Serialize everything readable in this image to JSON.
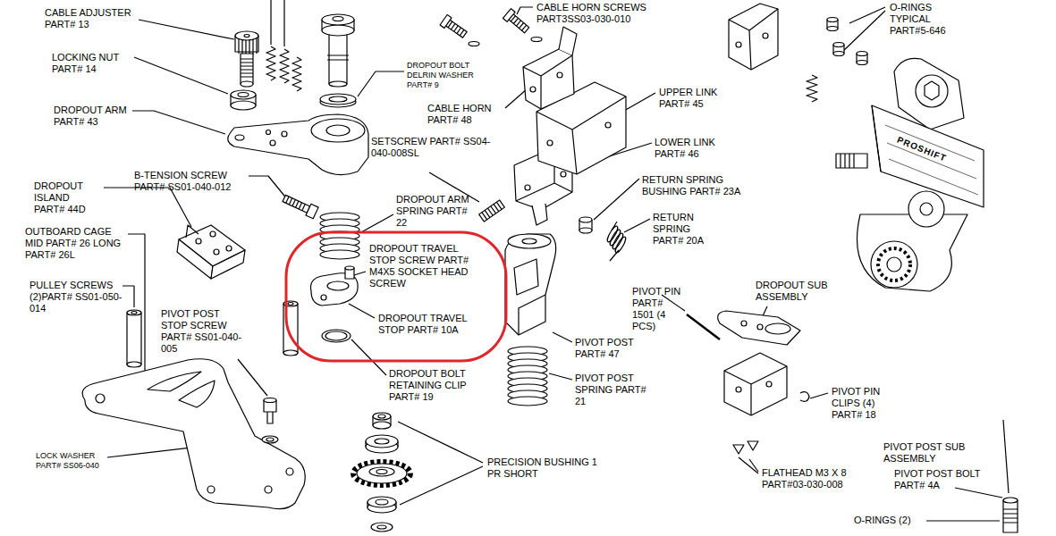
{
  "diagram": {
    "nodes": [
      {
        "text": [
          "DROPOUT TRAVEL STOP SCREW PART# M4X5 SOCKET HEAD SCREW",
          "DROPOUT TRAVEL STOP PART# 10A"
        ]
      }
    ],
    "labels": [
      "CABLE ADJUSTER PART# 13",
      "LOCKING NUT PART# 14",
      "DROPOUT ARM PART# 43",
      "DROPOUT BOLT DELRIN WASHER PART# 9",
      "CABLE HORN SCREWS PART3SS03-030-010",
      "O-RINGS TYPICAL PART#5-646",
      "CABLE HORN PART# 48",
      "SETSCREW PART# SS04-040-008SL",
      "UPPER LINK PART# 45",
      "LOWER LINK PART# 46",
      "DROPOUT ISLAND PART# 44D",
      "B-TENSION SCREW PART# SS01-040-012",
      "DROPOUT ARM SPRING PART# 22",
      "RETURN SPRING BUSHING PART# 23A",
      "RETURN SPRING PART# 20A",
      "OUTBOARD CAGE MID PART# 26 LONG PART# 26L",
      "PULLEY SCREWS (2)PART# SS01-050-014",
      "PIVOT POST STOP SCREW PART# SS01-040-005",
      "DROPOUT BOLT RETAINING CLIP PART# 19",
      "PIVOT PIN PART# 1501 (4 PCS)",
      "DROPOUT SUB ASSEMBLY",
      "PIVOT POST PART# 47",
      "PIVOT POST SPRING PART# 21",
      "PIVOT PIN CLIPS (4) PART# 18",
      "LOCK WASHER PART# SS06-040",
      "PRECISION BUSHING 1 PR SHORT",
      "FLATHEAD M3 X 8 PART#03-030-008",
      "PIVOT POST SUB ASSEMBLY",
      "PIVOT POST BOLT PART# 4A",
      "O-RINGS (2)",
      "PROSHIFT"
    ]
  }
}
